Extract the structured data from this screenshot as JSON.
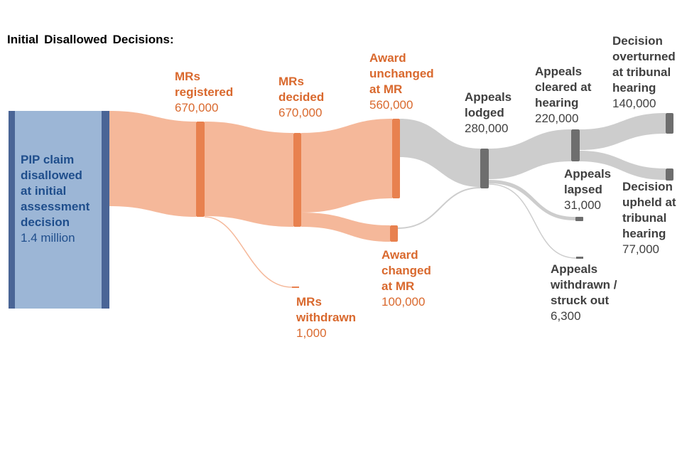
{
  "title": "Initial Disallowed Decisions:",
  "colors": {
    "source_fill": "#9cb6d6",
    "source_edge": "#4a6596",
    "orange_node": "#e8814f",
    "orange_flow": "#f5b89a",
    "gray_node": "#6e6e6e",
    "gray_flow": "#cdcdcd",
    "orange_text": "#d9692e",
    "gray_text": "#404040",
    "blue_text": "#1f4e8c"
  },
  "chart_data": {
    "type": "sankey",
    "title": "Initial Disallowed Decisions:",
    "nodes": [
      {
        "id": "source",
        "label": "PIP claim disallowed at initial assessment decision",
        "value_label": "1.4 million",
        "value": 1400000
      },
      {
        "id": "mrs_registered",
        "label": "MRs registered",
        "value_label": "670,000",
        "value": 670000
      },
      {
        "id": "mrs_decided",
        "label": "MRs decided",
        "value_label": "670,000",
        "value": 670000
      },
      {
        "id": "mrs_withdrawn",
        "label": "MRs withdrawn",
        "value_label": "1,000",
        "value": 1000
      },
      {
        "id": "award_unchanged",
        "label": "Award unchanged at MR",
        "value_label": "560,000",
        "value": 560000
      },
      {
        "id": "award_changed",
        "label": "Award changed at MR",
        "value_label": "100,000",
        "value": 100000
      },
      {
        "id": "appeals_lodged",
        "label": "Appeals lodged",
        "value_label": "280,000",
        "value": 280000
      },
      {
        "id": "appeals_cleared",
        "label": "Appeals cleared at hearing",
        "value_label": "220,000",
        "value": 220000
      },
      {
        "id": "appeals_lapsed",
        "label": "Appeals lapsed",
        "value_label": "31,000",
        "value": 31000
      },
      {
        "id": "appeals_withdrawn",
        "label": "Appeals withdrawn / struck out",
        "value_label": "6,300",
        "value": 6300
      },
      {
        "id": "overturned",
        "label": "Decision overturned at tribunal hearing",
        "value_label": "140,000",
        "value": 140000
      },
      {
        "id": "upheld",
        "label": "Decision upheld at tribunal hearing",
        "value_label": "77,000",
        "value": 77000
      }
    ],
    "links": [
      {
        "source": "source",
        "target": "mrs_registered",
        "value": 670000
      },
      {
        "source": "mrs_registered",
        "target": "mrs_decided",
        "value": 670000
      },
      {
        "source": "mrs_registered",
        "target": "mrs_withdrawn",
        "value": 1000
      },
      {
        "source": "mrs_decided",
        "target": "award_unchanged",
        "value": 560000
      },
      {
        "source": "mrs_decided",
        "target": "award_changed",
        "value": 100000
      },
      {
        "source": "award_unchanged",
        "target": "appeals_lodged",
        "value": 270000
      },
      {
        "source": "award_changed",
        "target": "appeals_lodged",
        "value": 10000
      },
      {
        "source": "appeals_lodged",
        "target": "appeals_cleared",
        "value": 220000
      },
      {
        "source": "appeals_lodged",
        "target": "appeals_lapsed",
        "value": 31000
      },
      {
        "source": "appeals_lodged",
        "target": "appeals_withdrawn",
        "value": 6300
      },
      {
        "source": "appeals_cleared",
        "target": "overturned",
        "value": 140000
      },
      {
        "source": "appeals_cleared",
        "target": "upheld",
        "value": 77000
      }
    ]
  },
  "labels": {
    "source": {
      "l1": "PIP claim",
      "l2": "disallowed",
      "l3": "at initial",
      "l4": "assessment",
      "l5": "decision",
      "value": "1.4 million"
    },
    "mrs_registered": {
      "l1": "MRs",
      "l2": "registered",
      "value": "670,000"
    },
    "mrs_decided": {
      "l1": "MRs",
      "l2": "decided",
      "value": "670,000"
    },
    "mrs_withdrawn": {
      "l1": "MRs",
      "l2": "withdrawn",
      "value": "1,000"
    },
    "award_unchanged": {
      "l1": "Award",
      "l2": "unchanged",
      "l3": "at MR",
      "value": "560,000"
    },
    "award_changed": {
      "l1": "Award",
      "l2": "changed",
      "l3": "at MR",
      "value": "100,000"
    },
    "appeals_lodged": {
      "l1": "Appeals",
      "l2": "lodged",
      "value": "280,000"
    },
    "appeals_cleared": {
      "l1": "Appeals",
      "l2": "cleared at",
      "l3": "hearing",
      "value": "220,000"
    },
    "appeals_lapsed": {
      "l1": "Appeals",
      "l2": "lapsed",
      "value": "31,000"
    },
    "appeals_withdrawn": {
      "l1": "Appeals",
      "l2": "withdrawn /",
      "l3": "struck out",
      "value": "6,300"
    },
    "overturned": {
      "l1": "Decision",
      "l2": "overturned",
      "l3": "at tribunal",
      "l4": "hearing",
      "value": "140,000"
    },
    "upheld": {
      "l1": "Decision",
      "l2": "upheld at",
      "l3": "tribunal",
      "l4": "hearing",
      "value": "77,000"
    }
  }
}
